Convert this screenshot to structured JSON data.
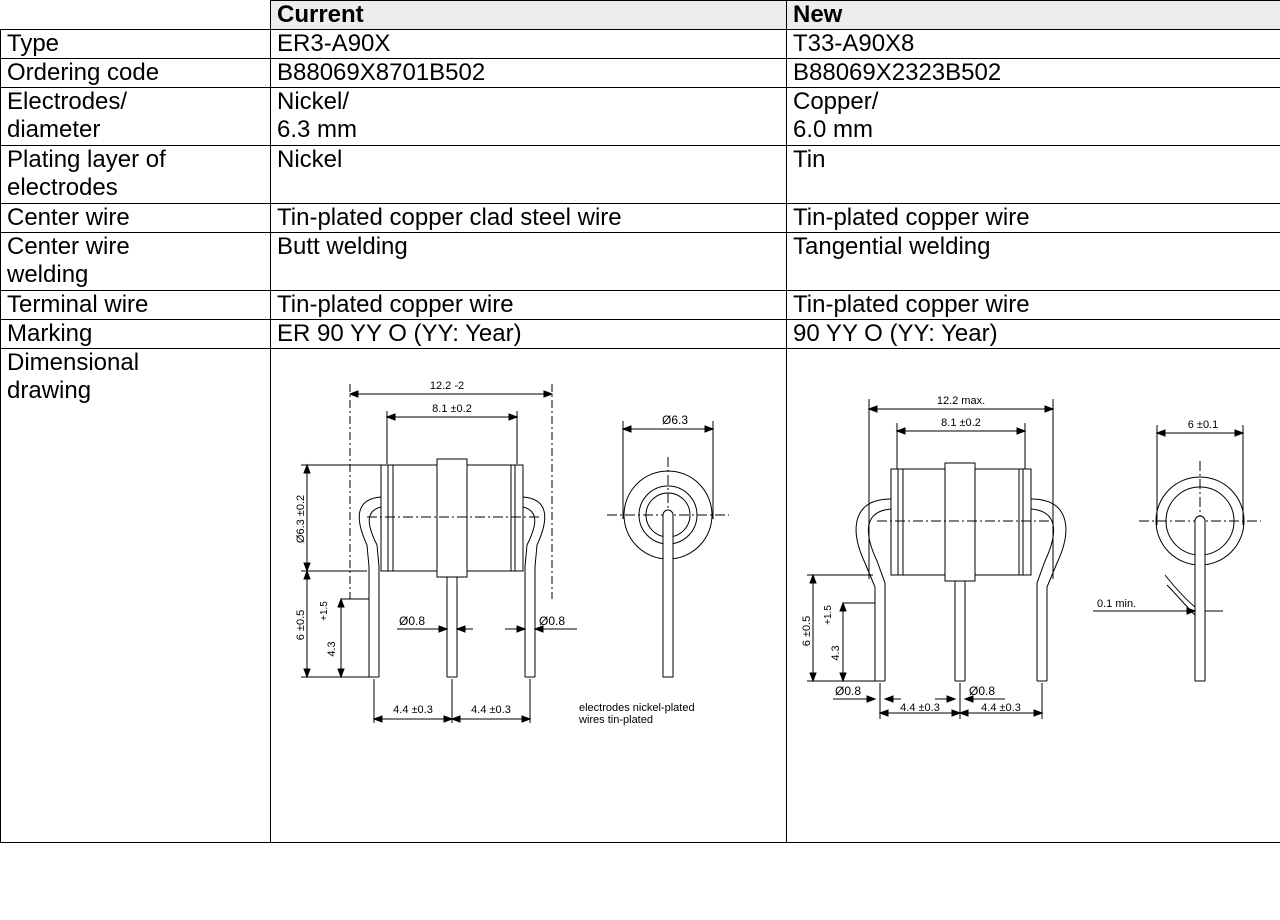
{
  "headers": {
    "current": "Current",
    "new": "New"
  },
  "rows": [
    {
      "label": [
        "Type"
      ],
      "current": [
        "ER3-A90X"
      ],
      "new": [
        "T33-A90X8"
      ]
    },
    {
      "label": [
        "Ordering code"
      ],
      "current": [
        "B88069X8701B502"
      ],
      "new": [
        "B88069X2323B502"
      ]
    },
    {
      "label": [
        "Electrodes/",
        "diameter"
      ],
      "current": [
        "Nickel/",
        "6.3 mm"
      ],
      "new": [
        "Copper/",
        "6.0 mm"
      ]
    },
    {
      "label": [
        "Plating layer of",
        "electrodes"
      ],
      "current": [
        "Nickel"
      ],
      "new": [
        "Tin"
      ]
    },
    {
      "label": [
        "Center wire"
      ],
      "current": [
        "Tin-plated copper clad steel wire"
      ],
      "new": [
        "Tin-plated copper wire"
      ]
    },
    {
      "label": [
        "Center wire",
        "welding"
      ],
      "current": [
        "Butt welding"
      ],
      "new": [
        "Tangential welding"
      ]
    },
    {
      "label": [
        "Terminal wire"
      ],
      "current": [
        "Tin-plated copper wire"
      ],
      "new": [
        "Tin-plated copper wire"
      ]
    },
    {
      "label": [
        "Marking"
      ],
      "current": [
        "ER 90 YY O (YY: Year)"
      ],
      "new": [
        "90 YY O (YY: Year)"
      ]
    }
  ],
  "drawing_row": {
    "label": [
      "Dimensional",
      "drawing"
    ]
  },
  "drawing_current": {
    "length": "12.2 -2",
    "body_length": "8.1 ±0.2",
    "diameter_side": "Ø6.3 ±0.2",
    "diameter_end": "Ø6.3",
    "lead_len": "6 ±0.5",
    "lead_tol": "+1.5",
    "lead_sub": "4.3",
    "wire_dia_1": "Ø0.8",
    "wire_dia_2": "Ø0.8",
    "pitch_1": "4.4 ±0.3",
    "pitch_2": "4.4 ±0.3",
    "note_1": "electrodes nickel-plated",
    "note_2": "wires tin-plated"
  },
  "drawing_new": {
    "length": "12.2 max.",
    "body_length": "8.1 ±0.2",
    "diameter_end": "6 ±0.1",
    "gap": "0.1 min.",
    "lead_len": "6 ±0.5",
    "lead_tol": "+1.5",
    "lead_sub": "4.3",
    "wire_dia_1": "Ø0.8",
    "wire_dia_2": "Ø0.8",
    "pitch_1": "4.4 ±0.3",
    "pitch_2": "4.4 ±0.3"
  }
}
